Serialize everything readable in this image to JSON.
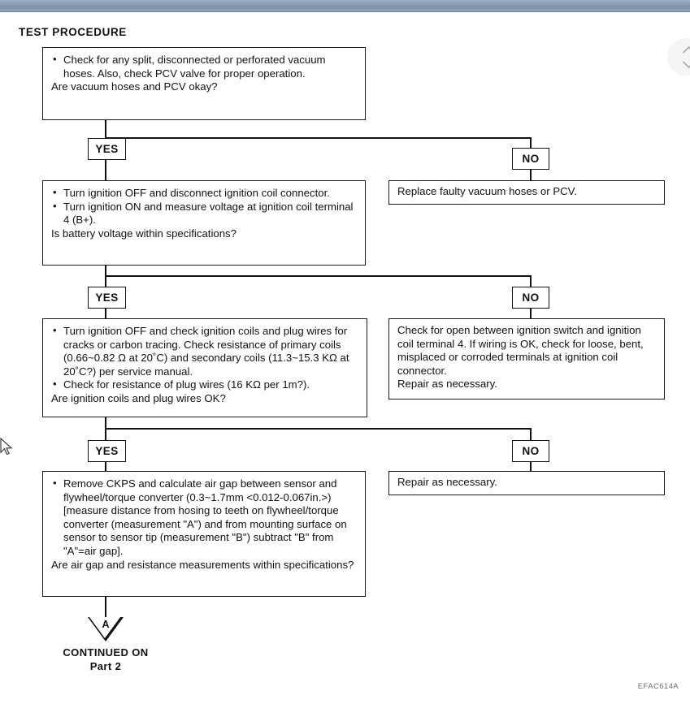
{
  "document": {
    "title": "TEST PROCEDURE",
    "figure_code": "EFAC614A"
  },
  "viewer": {
    "topbar_color": "#8699b0",
    "nav_button_icon": "double-chevron-icon"
  },
  "flow": {
    "steps": [
      {
        "id": "step1",
        "bullets": [
          "Check for any split, disconnected or perforated vacuum hoses. Also, check PCV valve for proper operation."
        ],
        "question": "Are vacuum hoses and PCV okay?",
        "yes_label": "YES",
        "no_label": "NO",
        "no_result": "Replace faulty vacuum hoses or PCV."
      },
      {
        "id": "step2",
        "bullets": [
          "Turn ignition OFF and disconnect ignition coil connector.",
          "Turn ignition ON and measure voltage at ignition coil terminal 4 (B+)."
        ],
        "question": "Is battery voltage within specifications?",
        "yes_label": "YES",
        "no_label": "NO",
        "no_result": "Check for open between ignition switch and ignition coil terminal 4. If wiring is OK, check for loose, bent, misplaced or corroded terminals at ignition coil connector.\nRepair as necessary."
      },
      {
        "id": "step3",
        "bullets": [
          "Turn ignition OFF and check ignition coils and plug wires for cracks or carbon tracing. Check resistance of primary coils (0.66~0.82 Ω at 20˚C) and secondary coils (11.3~15.3 KΩ at 20˚C?) per service manual.",
          "Check for resistance of plug wires (16 KΩ per 1m?)."
        ],
        "question": "Are ignition coils and plug wires OK?",
        "yes_label": "YES",
        "no_label": "NO",
        "no_result": "Repair as necessary."
      },
      {
        "id": "step4",
        "bullets": [
          "Remove CKPS and calculate air gap between sensor and flywheel/torque converter (0.3~1.7mm <0.012-0.067in.>) [measure distance from hosing to teeth on flywheel/torque converter (measurement \"A\") and from mounting surface on sensor to sensor tip (measurement \"B\") subtract \"B\" from \"A\"=air gap]."
        ],
        "question": "Are air gap and resistance measurements within specifications?"
      }
    ],
    "continuation": {
      "marker_letter": "A",
      "caption_line1": "CONTINUED ON",
      "caption_line2": "Part 2"
    }
  }
}
